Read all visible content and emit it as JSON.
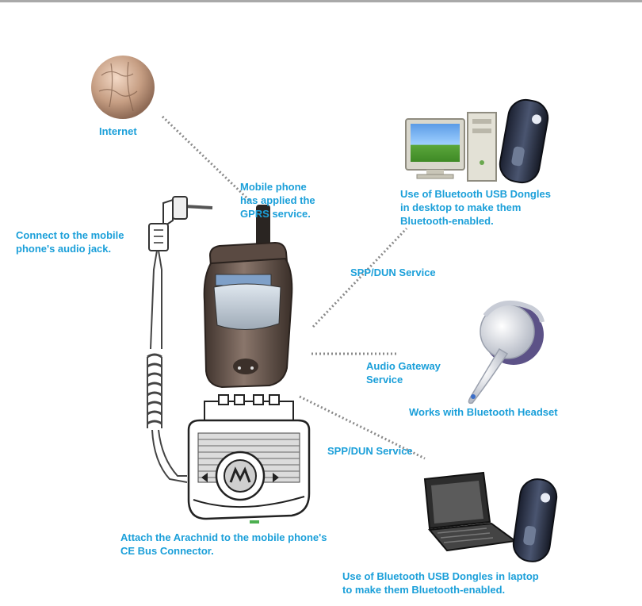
{
  "colors": {
    "label": "#1a9fd9",
    "connector": "#8a8a8a",
    "phone_body": "#6b5a52",
    "device_dark": "#2b3140"
  },
  "labels": {
    "internet": "Internet",
    "gprs": [
      "Mobile phone",
      "has applied the",
      "GPRS service."
    ],
    "audio_jack": [
      "Connect to the mobile",
      "phone's audio jack."
    ],
    "desktop": [
      "Use of Bluetooth USB Dongles",
      "in desktop to make them",
      "Bluetooth-enabled."
    ],
    "spp_dun_top": "SPP/DUN Service",
    "audio_gateway": [
      "Audio Gateway",
      "Service"
    ],
    "headset": "Works with Bluetooth Headset",
    "spp_dun_bottom": "SPP/DUN Service",
    "arachnid": [
      "Attach the Arachnid to the mobile phone's",
      "CE Bus Connector."
    ],
    "laptop": [
      "Use of Bluetooth USB Dongles in laptop",
      "to make them Bluetooth-enabled."
    ]
  },
  "icons": {
    "globe": "globe-icon",
    "phone": "motorola-phone-icon",
    "arachnid": "arachnid-adapter-icon",
    "audio_plug": "audio-plug-icon",
    "desktop": "desktop-computer-icon",
    "dongle": "usb-dongle-icon",
    "headset": "bluetooth-headset-icon",
    "laptop": "laptop-icon"
  }
}
